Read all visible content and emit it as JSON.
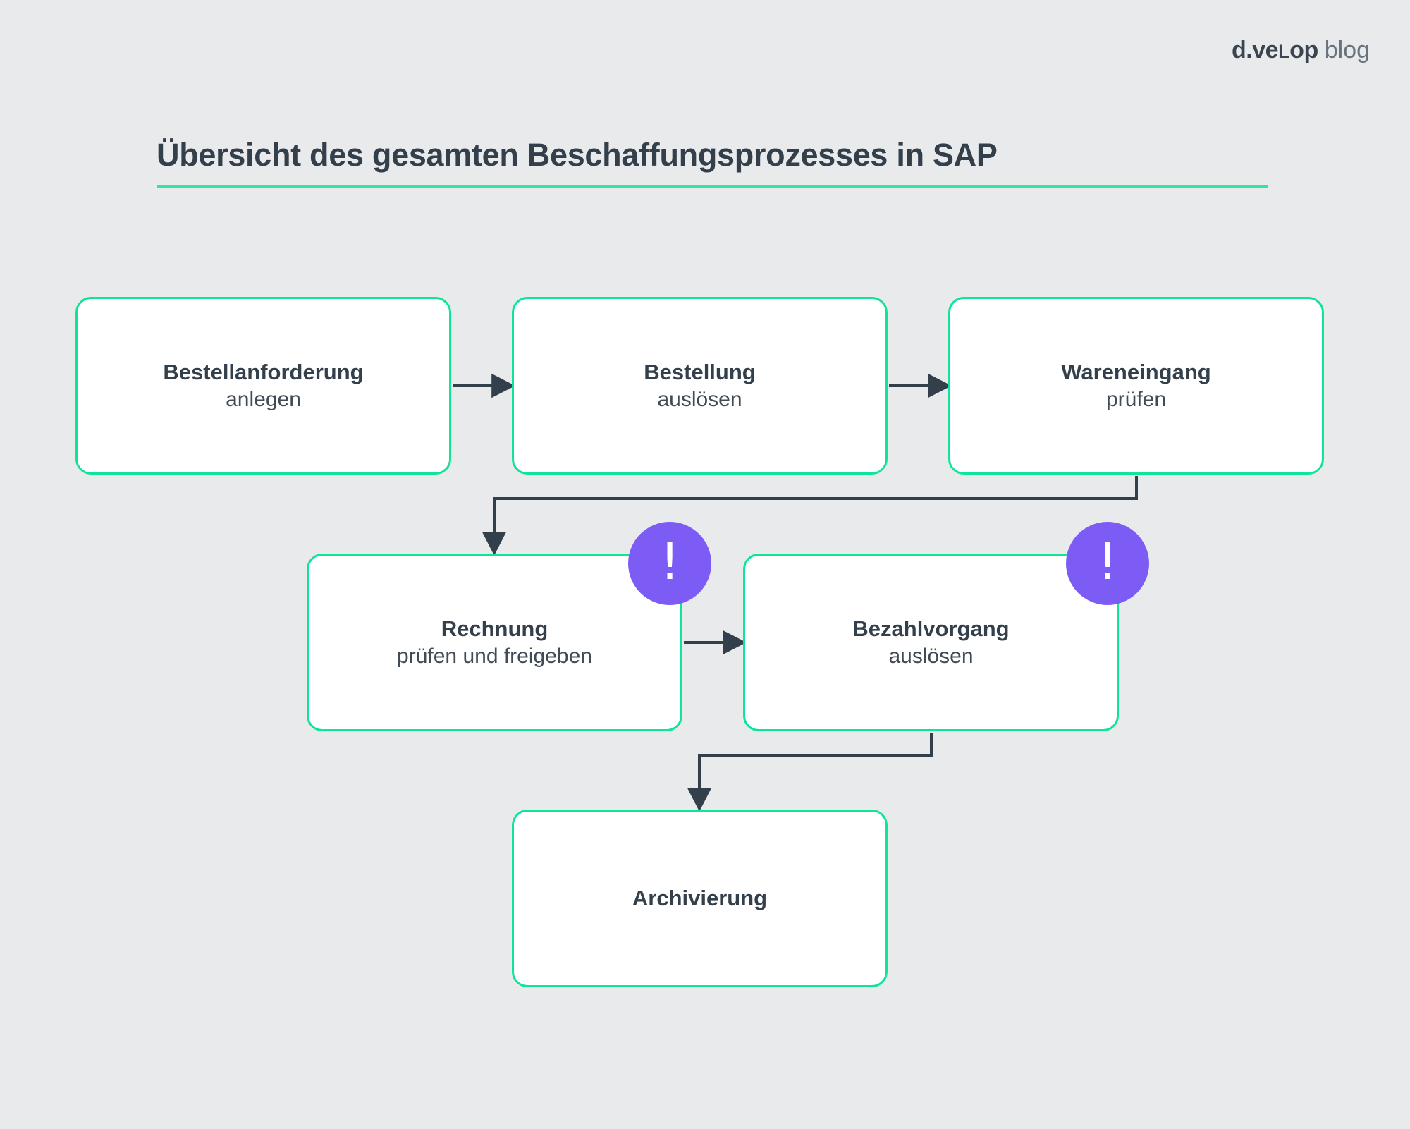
{
  "brand": {
    "logo_mark_prefix": "d.ve",
    "logo_mark_smallcap": "L",
    "logo_mark_suffix": "op",
    "logo_word": "blog"
  },
  "header": {
    "title": "Übersicht des gesamten Beschaffungsprozesses in SAP"
  },
  "theme": {
    "background": "#e9eaec",
    "accent_green": "#0fe499",
    "rule_green": "#2ee6a0",
    "text_dark": "#333f4a",
    "arrow": "#333f4a",
    "badge_purple": "#7c5cf5",
    "node_fill": "#ffffff"
  },
  "diagram": {
    "type": "flowchart",
    "nodes": [
      {
        "id": "bestellanforderung",
        "title": "Bestellanforderung",
        "subtitle": "anlegen",
        "row": 1,
        "col": 1
      },
      {
        "id": "bestellung",
        "title": "Bestellung",
        "subtitle": "auslösen",
        "row": 1,
        "col": 2
      },
      {
        "id": "wareneingang",
        "title": "Wareneingang",
        "subtitle": "prüfen",
        "row": 1,
        "col": 3
      },
      {
        "id": "rechnung",
        "title": "Rechnung",
        "subtitle": "prüfen und freigeben",
        "row": 2,
        "col": 1
      },
      {
        "id": "bezahlvorgang",
        "title": "Bezahlvorgang",
        "subtitle": "auslösen",
        "row": 2,
        "col": 2
      },
      {
        "id": "archivierung",
        "title": "Archivierung",
        "subtitle": "",
        "row": 3,
        "col": 1
      }
    ],
    "edges": [
      {
        "from": "bestellanforderung",
        "to": "bestellung",
        "style": "straight-right"
      },
      {
        "from": "bestellung",
        "to": "wareneingang",
        "style": "straight-right"
      },
      {
        "from": "wareneingang",
        "to": "rechnung",
        "style": "elbow-down-left"
      },
      {
        "from": "rechnung",
        "to": "bezahlvorgang",
        "style": "straight-right"
      },
      {
        "from": "bezahlvorgang",
        "to": "archivierung",
        "style": "elbow-down-left"
      }
    ],
    "badges": [
      {
        "on": "rechnung",
        "glyph": "!",
        "meaning": "attention-marker"
      },
      {
        "on": "bezahlvorgang",
        "glyph": "!",
        "meaning": "attention-marker"
      }
    ]
  }
}
